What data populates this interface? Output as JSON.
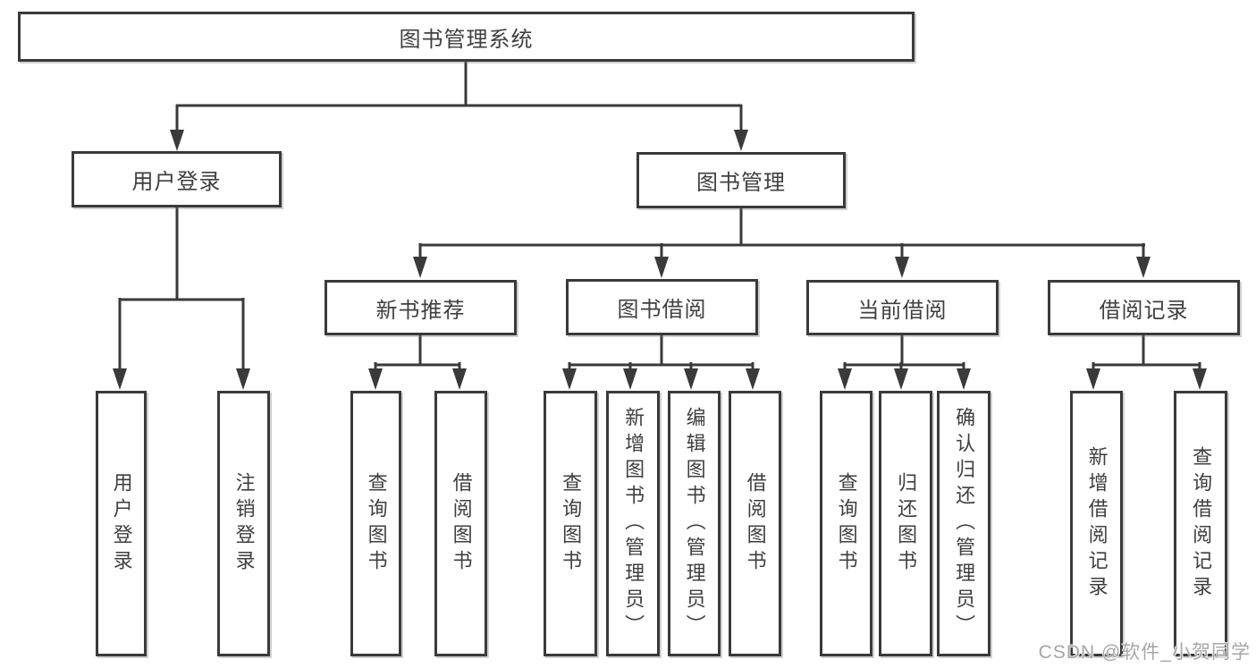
{
  "diagram": {
    "root": "图书管理系统",
    "branches": {
      "user_login": "用户登录",
      "book_mgmt": "图书管理"
    },
    "modules": {
      "new_book": "新书推荐",
      "borrow": "图书借阅",
      "current": "当前借阅",
      "records": "借阅记录"
    },
    "leaves": {
      "user_login": [
        "用户登录",
        "注销登录"
      ],
      "new_book": [
        "查询图书",
        "借阅图书"
      ],
      "borrow": [
        "查询图书",
        "新增图书（管理员）",
        "编辑图书（管理员）",
        "借阅图书"
      ],
      "current": [
        "查询图书",
        "归还图书",
        "确认归还（管理员）"
      ],
      "records": [
        "新增借阅记录",
        "查询借阅记录"
      ]
    }
  },
  "watermark": "CSDN @软件_小贺同学",
  "colors": {
    "line": "#3a3a3a",
    "text": "#3f3f3f",
    "box_bg": "#ffffff",
    "watermark": "#a6a6a6"
  }
}
